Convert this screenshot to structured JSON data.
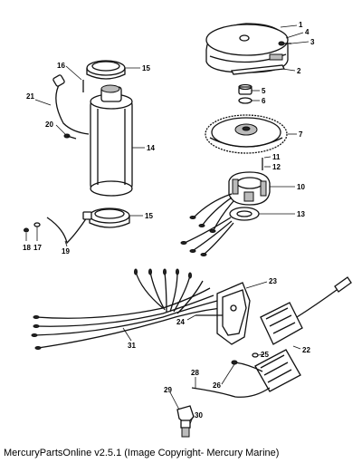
{
  "caption": "MercuryPartsOnline v2.5.1 (Image Copyright- Mercury Marine)",
  "callouts": {
    "c1": "1",
    "c2": "2",
    "c3": "3",
    "c4": "4",
    "c5": "5",
    "c6": "6",
    "c7": "7",
    "c10": "10",
    "c11": "11",
    "c12": "12",
    "c13": "13",
    "c14": "14",
    "c15a": "15",
    "c15b": "15",
    "c16": "16",
    "c17": "17",
    "c18": "18",
    "c19": "19",
    "c20": "20",
    "c21": "21",
    "c22": "22",
    "c23": "23",
    "c24": "24",
    "c25": "25",
    "c26": "26",
    "c28": "28",
    "c29": "29",
    "c30": "30",
    "c31": "31"
  }
}
